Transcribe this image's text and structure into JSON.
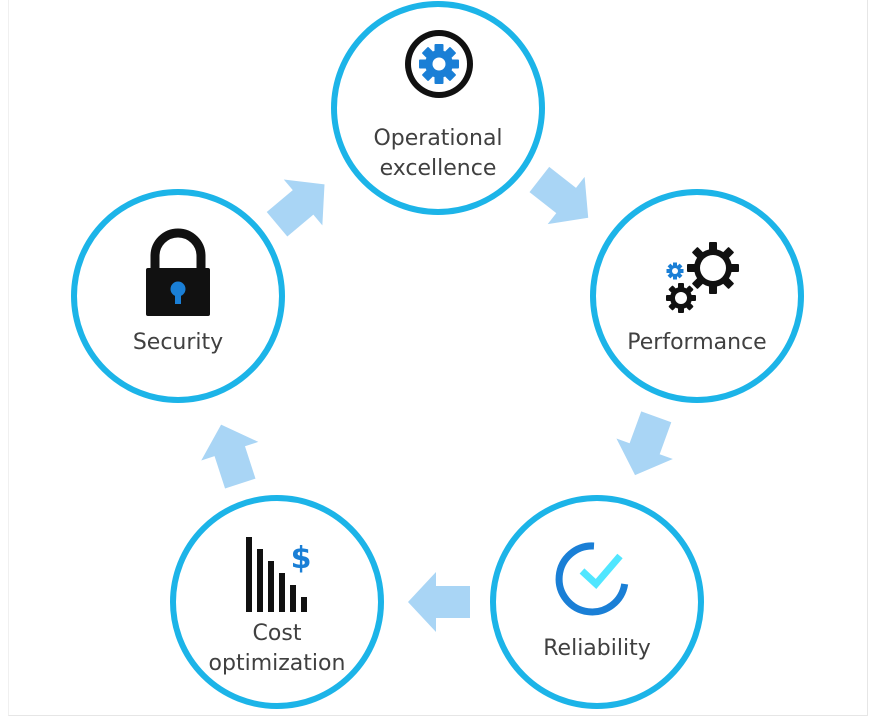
{
  "diagram": {
    "pillars": [
      {
        "id": "operational-excellence",
        "label_lines": [
          "Operational",
          "excellence"
        ],
        "icon": "gear-icon"
      },
      {
        "id": "performance",
        "label_lines": [
          "Performance"
        ],
        "icon": "gears-icon"
      },
      {
        "id": "reliability",
        "label_lines": [
          "Reliability"
        ],
        "icon": "checkmark-icon"
      },
      {
        "id": "cost-optimization",
        "label_lines": [
          "Cost",
          "optimization"
        ],
        "icon": "bar-chart-dollar-icon"
      },
      {
        "id": "security",
        "label_lines": [
          "Security"
        ],
        "icon": "padlock-icon"
      }
    ],
    "colors": {
      "ring": "#1cb4e8",
      "arrow": "#a9d5f5",
      "icon_blue": "#1a7fd6",
      "icon_dark": "#111111",
      "text": "#404040"
    }
  }
}
